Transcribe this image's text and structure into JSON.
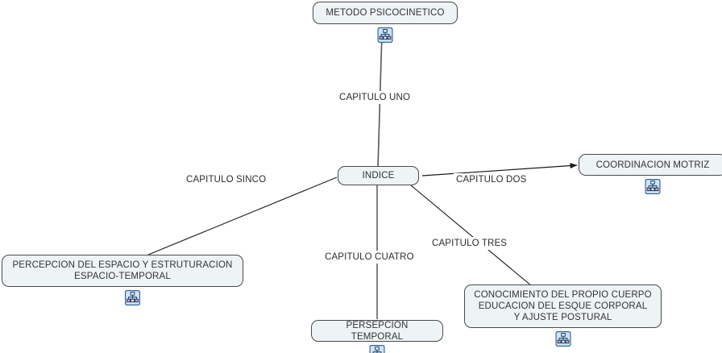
{
  "diagram": {
    "type": "concept-map",
    "title_node": "INDICE",
    "background_color": "#ffffff",
    "node_fill_color": "#eef3f6",
    "node_border_color": "#4a4a4a",
    "edge_color": "#2b2b2b",
    "icon_name": "hierarchy-icon",
    "nodes": [
      {
        "id": "metodo",
        "label": "METODO PSICOCINETICO",
        "has_icon": true
      },
      {
        "id": "indice",
        "label": "INDICE",
        "has_icon": false
      },
      {
        "id": "coordinacion",
        "label": "COORDINACION MOTRIZ",
        "has_icon": true
      },
      {
        "id": "percepcion",
        "label": "PERCEPCION DEL ESPACIO Y ESTRUTURACION\nESPACIO-TEMPORAL",
        "has_icon": true
      },
      {
        "id": "persepcion",
        "label": "PERSEPCION TEMPORAL",
        "has_icon": true
      },
      {
        "id": "conocimiento",
        "label": "CONOCIMIENTO DEL PROPIO CUERPO\nEDUCACION DEL ESQUE CORPORAL\nY AJUSTE POSTURAL",
        "has_icon": true
      }
    ],
    "edges": [
      {
        "id": "edge-uno",
        "label": "CAPITULO UNO",
        "from": "indice",
        "to": "metodo",
        "arrow": true
      },
      {
        "id": "edge-dos",
        "label": "CAPITULO DOS",
        "from": "indice",
        "to": "coordinacion",
        "arrow": true
      },
      {
        "id": "edge-tres",
        "label": "CAPITULO TRES",
        "from": "indice",
        "to": "conocimiento",
        "arrow": false
      },
      {
        "id": "edge-cuatro",
        "label": "CAPITULO CUATRO",
        "from": "indice",
        "to": "persepcion",
        "arrow": false
      },
      {
        "id": "edge-sinco",
        "label": "CAPITULO SINCO",
        "from": "indice",
        "to": "percepcion",
        "arrow": false
      }
    ]
  }
}
